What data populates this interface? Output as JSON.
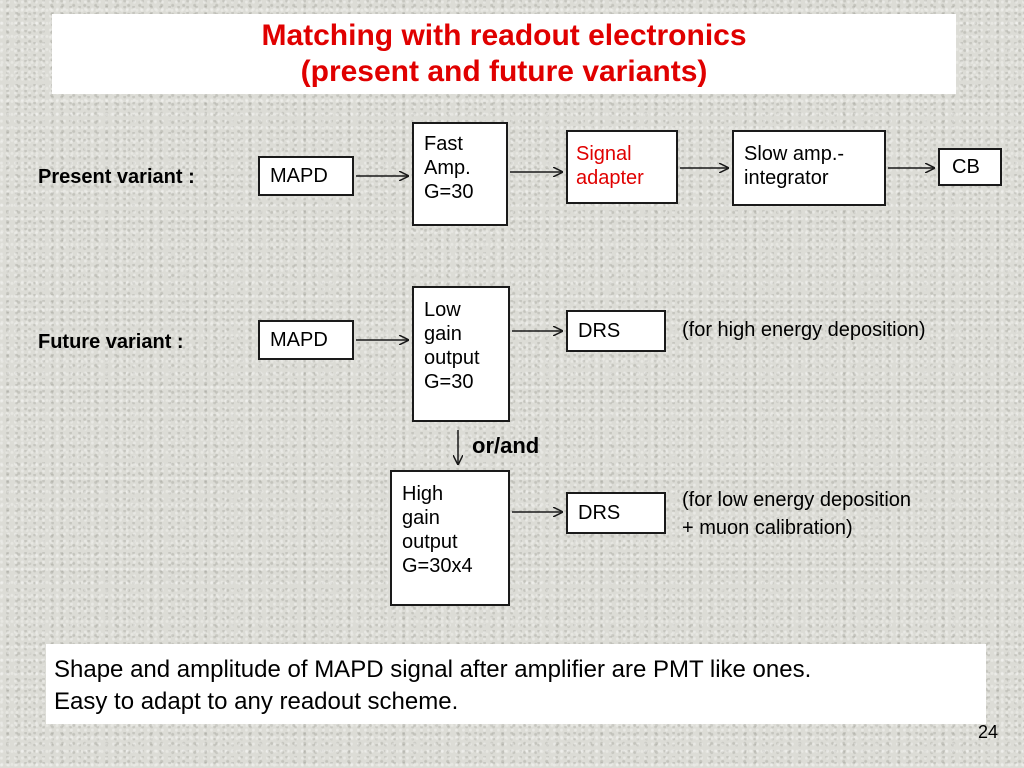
{
  "title": {
    "line1": "Matching with readout electronics",
    "line2": "(present and future variants)"
  },
  "present": {
    "label": "Present variant :",
    "mapd": "MAPD",
    "fast_amp": [
      "Fast",
      "Amp.",
      "G=30"
    ],
    "signal_adapter": [
      "Signal",
      "adapter"
    ],
    "slow_amp": [
      "Slow amp.-",
      "integrator"
    ],
    "cb": "CB"
  },
  "future": {
    "label": "Future variant :",
    "mapd": "MAPD",
    "low_gain": [
      "Low",
      "gain",
      "output",
      "G=30"
    ],
    "drs_top": "DRS",
    "note_high": "(for high energy deposition)",
    "or_and": "or/and",
    "high_gain": [
      "High",
      "gain",
      "output",
      "G=30x4"
    ],
    "drs_bottom": "DRS",
    "note_low": [
      "(for low energy deposition",
      "+ muon calibration)"
    ]
  },
  "footer": {
    "line1": "Shape and amplitude of MAPD signal after amplifier are PMT like ones.",
    "line2": "Easy to  adapt to any readout scheme."
  },
  "page_number": "24",
  "colors": {
    "title": "#e00000",
    "signal_adapter": "#e00000"
  }
}
